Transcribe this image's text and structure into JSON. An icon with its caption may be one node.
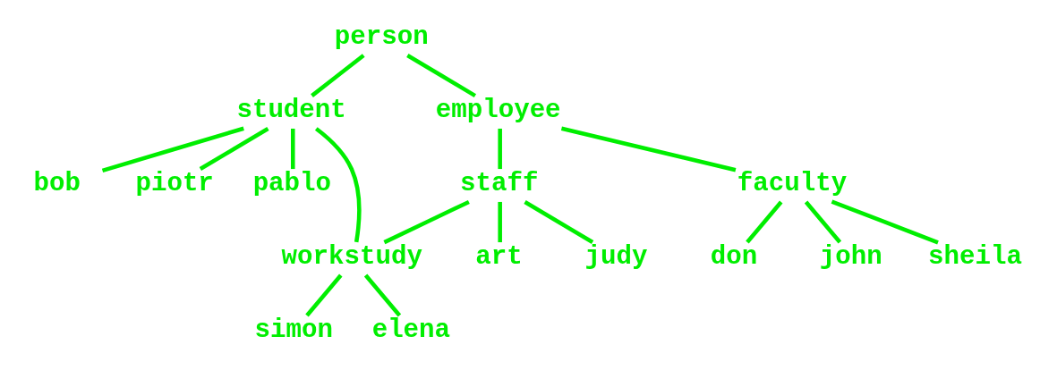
{
  "diagram": {
    "nodes": [
      {
        "text": [
          "person"
        ]
      },
      {
        "text": [
          "student"
        ]
      },
      {
        "text": [
          "employee"
        ]
      },
      {
        "text": [
          "staff"
        ]
      },
      {
        "text": [
          "faculty"
        ]
      },
      {
        "text": [
          "bob"
        ]
      },
      {
        "text": [
          "piotr"
        ]
      },
      {
        "text": [
          "pablo"
        ]
      },
      {
        "text": [
          "workstudy"
        ]
      },
      {
        "text": [
          "art"
        ]
      },
      {
        "text": [
          "judy"
        ]
      },
      {
        "text": [
          "don"
        ]
      },
      {
        "text": [
          "john"
        ]
      },
      {
        "text": [
          "sheila"
        ]
      },
      {
        "text": [
          "simon"
        ]
      },
      {
        "text": [
          "elena"
        ]
      }
    ],
    "edges": [
      {
        "from": 0,
        "to": 1,
        "arrow": "none"
      },
      {
        "from": 0,
        "to": 2,
        "arrow": "none"
      },
      {
        "from": 1,
        "to": 5,
        "arrow": "none"
      },
      {
        "from": 1,
        "to": 6,
        "arrow": "none"
      },
      {
        "from": 1,
        "to": 7,
        "arrow": "none"
      },
      {
        "from": 1,
        "to": 8,
        "arrow": "none"
      },
      {
        "from": 2,
        "to": 3,
        "arrow": "none"
      },
      {
        "from": 2,
        "to": 4,
        "arrow": "none"
      },
      {
        "from": 3,
        "to": 8,
        "arrow": "none"
      },
      {
        "from": 3,
        "to": 9,
        "arrow": "none"
      },
      {
        "from": 3,
        "to": 10,
        "arrow": "none"
      },
      {
        "from": 4,
        "to": 11,
        "arrow": "none"
      },
      {
        "from": 4,
        "to": 12,
        "arrow": "none"
      },
      {
        "from": 4,
        "to": 13,
        "arrow": "none"
      },
      {
        "from": 8,
        "to": 14,
        "arrow": "none"
      },
      {
        "from": 8,
        "to": 15,
        "arrow": "none"
      }
    ]
  }
}
